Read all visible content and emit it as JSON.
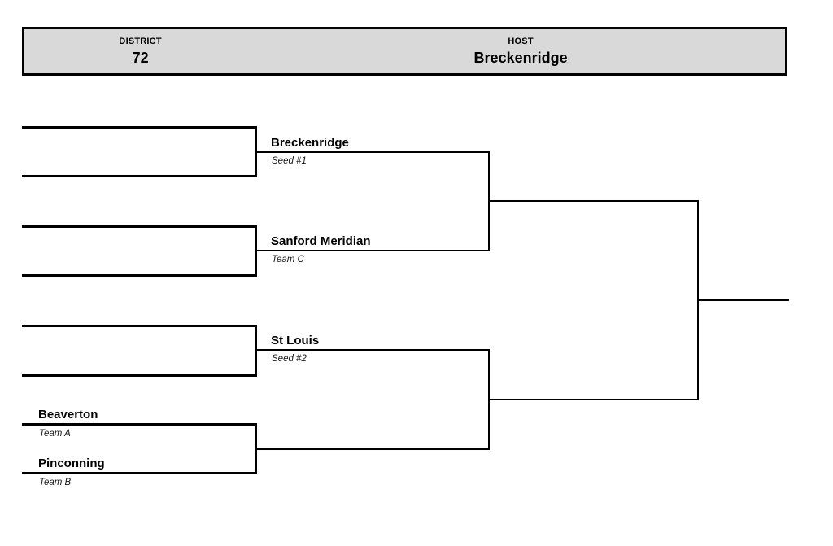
{
  "header": {
    "district_label": "DISTRICT",
    "district_value": "72",
    "host_label": "HOST",
    "host_value": "Breckenridge"
  },
  "bracket": {
    "semifinal_slots": [
      {
        "name": "Breckenridge",
        "subtitle": "Seed #1"
      },
      {
        "name": "Sanford Meridian",
        "subtitle": "Team C"
      },
      {
        "name": "St Louis",
        "subtitle": "Seed #2"
      }
    ],
    "first_round_teams": [
      {
        "name": "Beaverton",
        "subtitle": "Team A"
      },
      {
        "name": "Pinconning",
        "subtitle": "Team B"
      }
    ]
  },
  "colors": {
    "header_background": "#d9d9d9",
    "line": "#000000",
    "page_background": "#ffffff"
  }
}
